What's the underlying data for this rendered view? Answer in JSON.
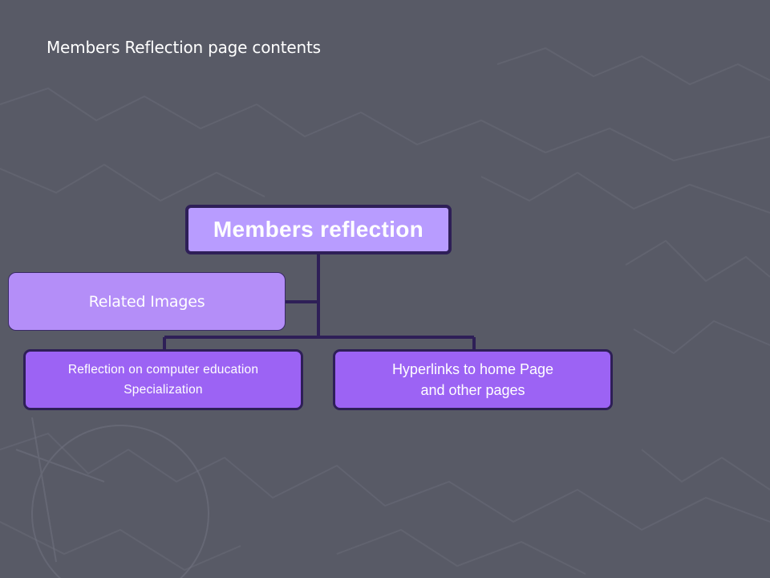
{
  "slide": {
    "title": "Members Reflection page contents"
  },
  "diagram": {
    "root": {
      "label": "Members reflection"
    },
    "assistant": {
      "label": "Related Images"
    },
    "children": [
      {
        "line1": "Reflection on computer education",
        "line2": "Specialization"
      },
      {
        "line1": "Hyperlinks to home Page",
        "line2": "and other pages"
      }
    ]
  },
  "colors": {
    "background": "#585a66",
    "root_fill": "#b89cff",
    "assistant_fill": "#b48ef8",
    "child_fill": "#9c63f4",
    "border": "#2e1f57",
    "connector": "#2e1f57",
    "text": "#ffffff"
  }
}
